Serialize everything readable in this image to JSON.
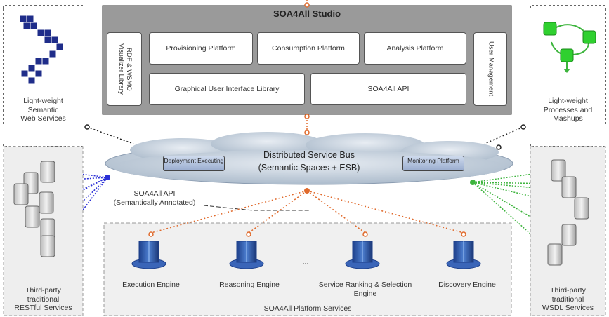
{
  "studio": {
    "title": "SOA4All Studio",
    "left_library": "RDF & WSMO Visualizer Library",
    "provisioning": "Provisioning Platform",
    "consumption": "Consumption Platform",
    "analysis": "Analysis Platform",
    "gui_library": "Graphical User Interface Library",
    "api": "SOA4All API",
    "user_management": "User Management"
  },
  "bus": {
    "title": "Distributed Service Bus",
    "subtitle": "(Semantic Spaces + ESB)",
    "deployment": "Deployment Executing",
    "monitoring": "Monitoring Platform"
  },
  "api_label": "SOA4All API\n(Semantically Annotated)",
  "corners": {
    "top_left": "Light-weight\nSemantic\nWeb Services",
    "top_right": "Light-weight\nProcesses and\nMashups",
    "bottom_left": "Third-party\ntraditional\nRESTful Services",
    "bottom_right": "Third-party\ntraditional\nWSDL Services"
  },
  "platform": {
    "title": "SOA4All Platform Services",
    "engines": [
      {
        "label": "Execution Engine"
      },
      {
        "label": "Reasoning Engine"
      },
      {
        "label": "Service Ranking & Selection\nEngine"
      },
      {
        "label": "Discovery Engine"
      }
    ],
    "ellipsis": "..."
  },
  "colors": {
    "blue_links": "#2a2fd6",
    "green_links": "#3cb43c",
    "orange_links": "#e06a2c",
    "cloud": "#c7d2df"
  }
}
